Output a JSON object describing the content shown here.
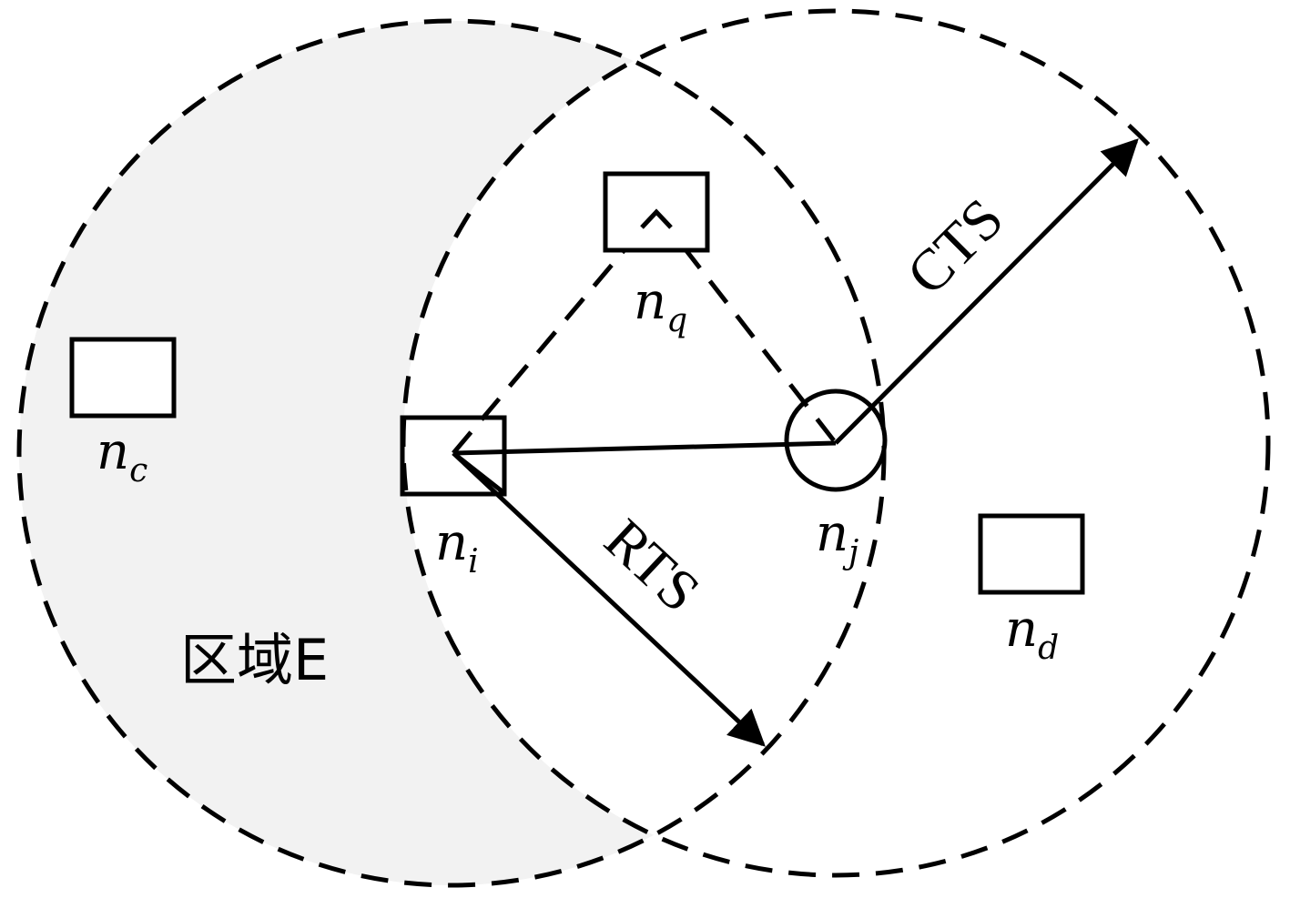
{
  "colors": {
    "region_fill": "#f2f2f2",
    "stroke": "#000000"
  },
  "nodes": {
    "n_c": {
      "base": "n",
      "sub": "c",
      "shape": "rectangle"
    },
    "n_i": {
      "base": "n",
      "sub": "i",
      "shape": "rectangle"
    },
    "n_q": {
      "base": "n",
      "sub": "q",
      "shape": "rectangle"
    },
    "n_j": {
      "base": "n",
      "sub": "j",
      "shape": "circle"
    },
    "n_d": {
      "base": "n",
      "sub": "d",
      "shape": "rectangle"
    }
  },
  "arrows": {
    "rts": "RTS",
    "cts": "CTS"
  },
  "region": {
    "label": "区域E"
  }
}
